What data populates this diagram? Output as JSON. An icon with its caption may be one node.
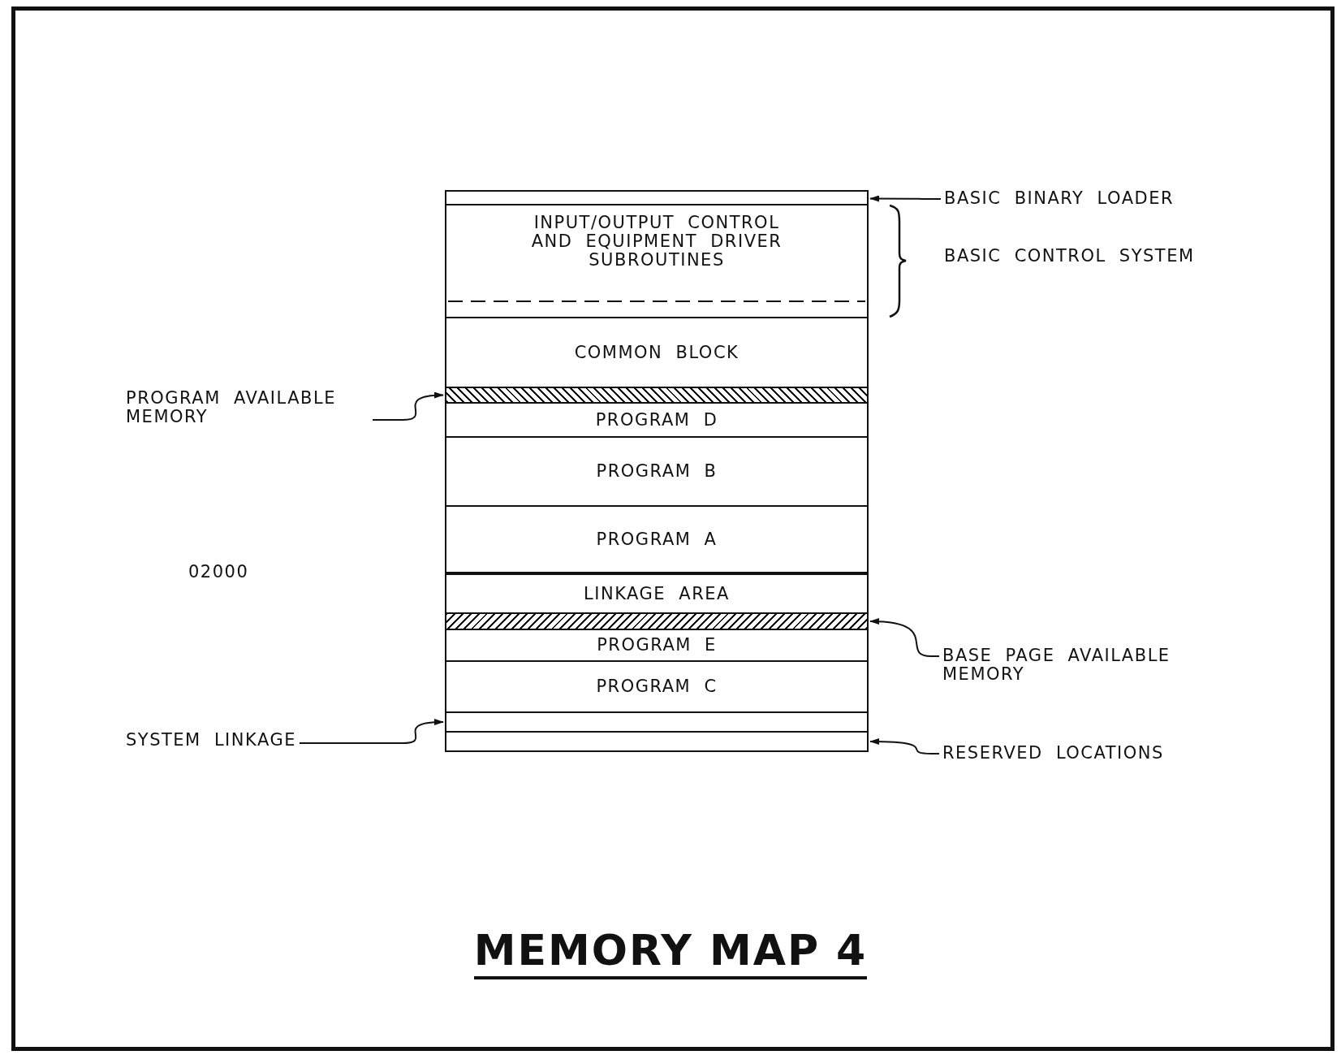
{
  "diagram": {
    "title": "MEMORY MAP 4",
    "nodes": [
      {
        "text": [],
        "shape": "bar"
      },
      {
        "text": [
          "BASIC BINARY LOADER"
        ]
      },
      {
        "text": [
          "INPUT/OUTPUT CONTROL AND EQUIPMENT DRIVER SUBROUTINES"
        ]
      },
      {
        "text": [
          "COMMON BLOCK"
        ]
      },
      {
        "text": [
          "PROGRAM AVAILABLE MEMORY"
        ]
      },
      {
        "text": [],
        "shape": "bar"
      },
      {
        "text": [
          "PROGRAM D"
        ]
      },
      {
        "text": [
          "PROGRAM B"
        ]
      },
      {
        "text": [
          "PROGRAM A"
        ]
      },
      {
        "text": [
          "LINKAGE AREA"
        ]
      },
      {
        "text": [],
        "shape": "bar"
      },
      {
        "text": [
          "PROGRAM E"
        ]
      },
      {
        "text": [
          "BASE PAGE AVAILABLE MEMORY"
        ]
      },
      {
        "text": [
          "PROGRAM C"
        ]
      },
      {
        "text": [
          "SYSTEM LINKAGE"
        ]
      },
      {
        "text": [],
        "shape": "bar"
      },
      {
        "text": [],
        "shape": "bar"
      },
      {
        "text": [
          "RESERVED LOCATIONS"
        ]
      }
    ],
    "edges": [
      {
        "from": 1,
        "to": 0,
        "arrow": "to"
      },
      {
        "from": 4,
        "to": 5,
        "arrow": "to"
      },
      {
        "from": 12,
        "to": 10,
        "arrow": "to"
      },
      {
        "from": 14,
        "to": 15,
        "arrow": "to"
      },
      {
        "from": 17,
        "to": 16,
        "arrow": "to"
      }
    ],
    "labels": [
      "BASIC CONTROL SYSTEM",
      "02000"
    ]
  }
}
